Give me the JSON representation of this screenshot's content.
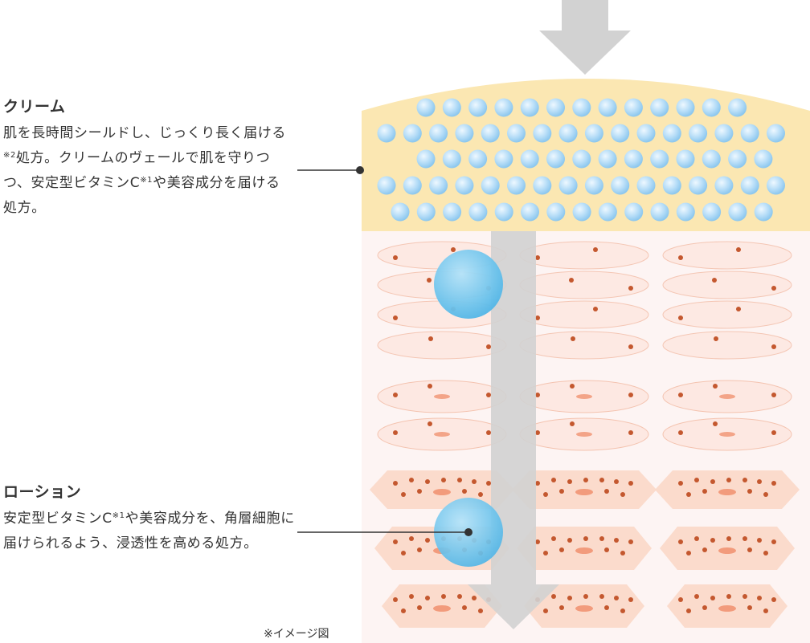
{
  "cream": {
    "title": "クリーム",
    "desc_1": "肌を長時間シールドし、じっくり長く届ける",
    "sup_1": "※2",
    "desc_2": "処方。クリームのヴェールで肌を守りつつ、安定型ビタミンC",
    "sup_2": "※1",
    "desc_3": "や美容成分を届ける処方。"
  },
  "lotion": {
    "title": "ローション",
    "desc_1": "安定型ビタミンC",
    "sup_1": "※1",
    "desc_2": "や美容成分を、角層細胞に届けられるよう、浸透性を高める処方。"
  },
  "note": "※イメージ図",
  "colors": {
    "cream_layer": "#fbe7b2",
    "skin_bg": "#fdf4f3",
    "cell_fill": "#fde6de",
    "cell_stroke": "#f2b79f",
    "cell_dot": "#c4582f",
    "arrow": "#d2d2d2",
    "capsule": "#7fc8ec",
    "small_sphere": "#a9d9f6"
  }
}
